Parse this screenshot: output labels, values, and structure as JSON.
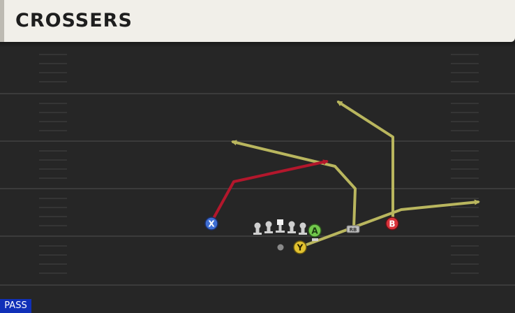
{
  "title": "CROSSERS",
  "badge": "PASS",
  "players": {
    "x": {
      "label": "X",
      "color": "#3f6fd3"
    },
    "a": {
      "label": "A",
      "color": "#72c84c"
    },
    "y": {
      "label": "Y",
      "color": "#e2c230"
    },
    "b": {
      "label": "B",
      "color": "#d8323a"
    },
    "rb": {
      "label": "RB"
    }
  },
  "colors": {
    "route_primary": "#b9b65e",
    "route_read": "#b3172c",
    "field": "#262626",
    "yard_line": "#3b3b3b"
  }
}
